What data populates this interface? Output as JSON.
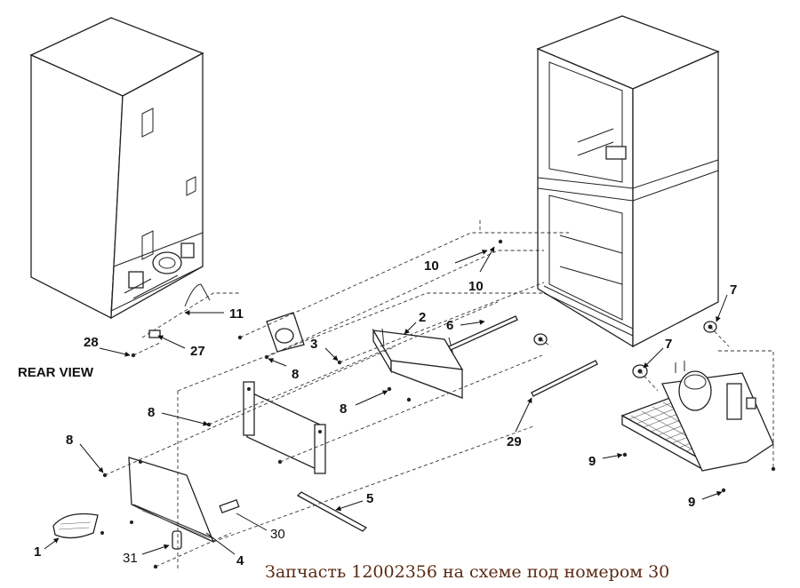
{
  "diagram": {
    "view_label": "REAR VIEW",
    "caption": "Запчасть  12002356 на схеме под номером 30",
    "callouts": [
      {
        "id": "1",
        "text": "1"
      },
      {
        "id": "2",
        "text": "2"
      },
      {
        "id": "3",
        "text": "3"
      },
      {
        "id": "4",
        "text": "4"
      },
      {
        "id": "5",
        "text": "5"
      },
      {
        "id": "6",
        "text": "6"
      },
      {
        "id": "7a",
        "text": "7"
      },
      {
        "id": "7b",
        "text": "7"
      },
      {
        "id": "8a",
        "text": "8"
      },
      {
        "id": "8b",
        "text": "8"
      },
      {
        "id": "8c",
        "text": "8"
      },
      {
        "id": "8d",
        "text": "8"
      },
      {
        "id": "9a",
        "text": "9"
      },
      {
        "id": "9b",
        "text": "9"
      },
      {
        "id": "10a",
        "text": "10"
      },
      {
        "id": "10b",
        "text": "10"
      },
      {
        "id": "11",
        "text": "11"
      },
      {
        "id": "27",
        "text": "27"
      },
      {
        "id": "28",
        "text": "28"
      },
      {
        "id": "29",
        "text": "29"
      },
      {
        "id": "30",
        "text": "30"
      },
      {
        "id": "31",
        "text": "31"
      }
    ]
  }
}
